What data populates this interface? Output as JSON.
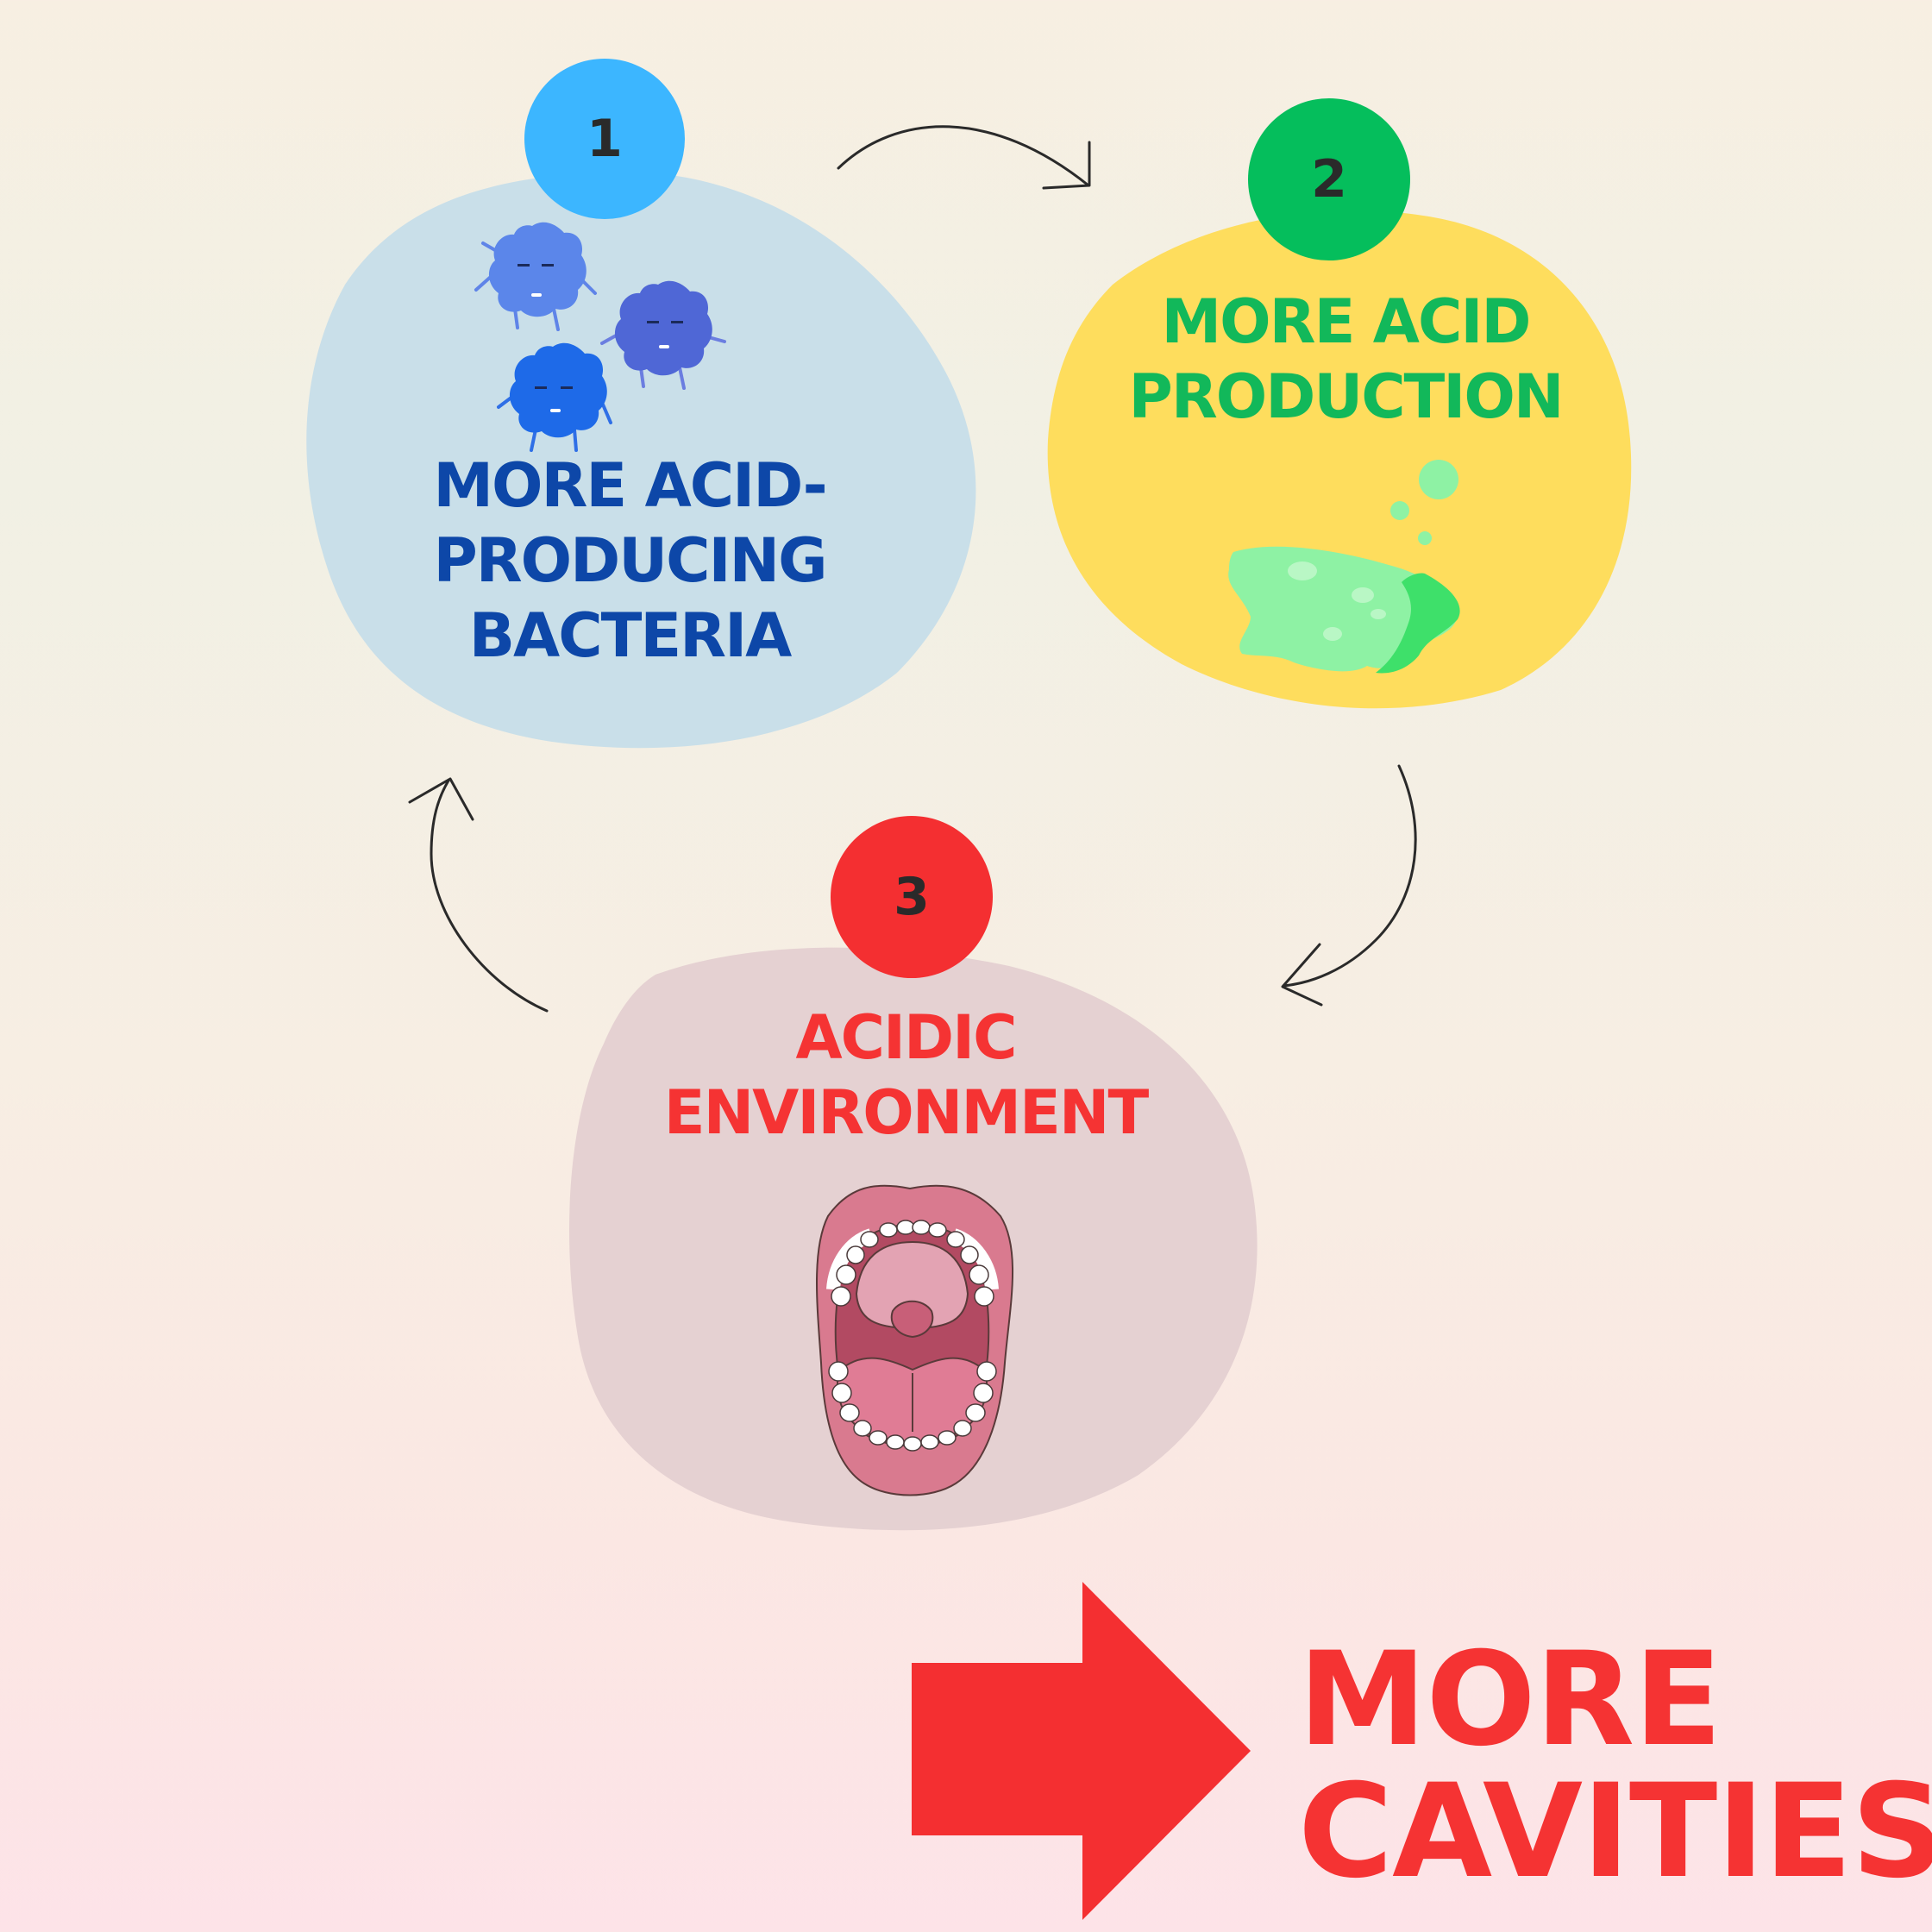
{
  "steps": [
    {
      "number": "1",
      "lines": [
        "MORE ACID-",
        "PRODUCING",
        "BACTERIA"
      ],
      "icon": "bacteria-icon",
      "blob_color": "#c9dfe9",
      "badge_color": "#3cb6ff",
      "text_color": "#0d47a8"
    },
    {
      "number": "2",
      "lines": [
        "MORE ACID",
        "PRODUCTION"
      ],
      "icon": "acid-puddle-icon",
      "blob_color": "#fedd5d",
      "badge_color": "#05be5c",
      "text_color": "#12b85a"
    },
    {
      "number": "3",
      "lines": [
        "ACIDIC",
        "ENVIRONMENT"
      ],
      "icon": "open-mouth-icon",
      "blob_color": "#e5d1d2",
      "badge_color": "#f42f31",
      "text_color": "#f53333"
    }
  ],
  "result": {
    "lines": [
      "MORE",
      "CAVITIES"
    ],
    "icon": "big-arrow-right-icon",
    "color": "#f53333"
  },
  "cycle_arrows": [
    "curved-arrow-icon",
    "curved-arrow-icon",
    "curved-arrow-icon"
  ]
}
